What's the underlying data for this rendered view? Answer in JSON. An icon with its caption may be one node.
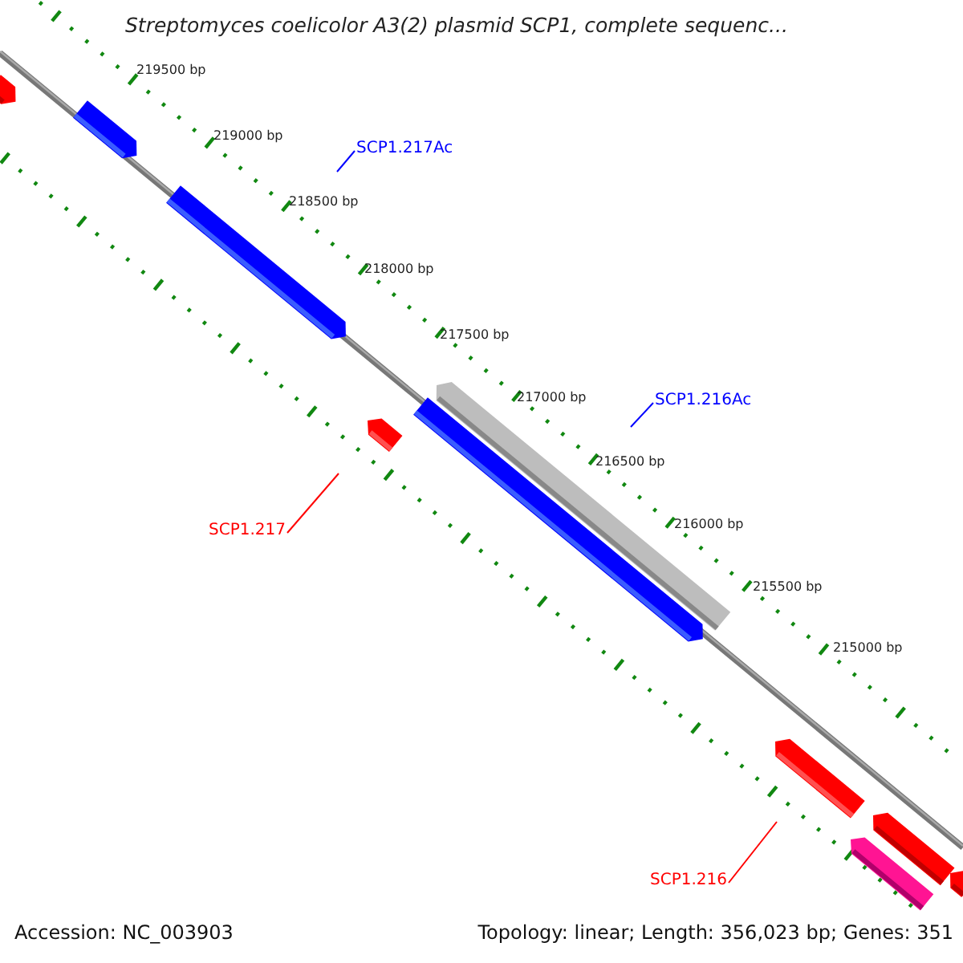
{
  "diagram": {
    "title": "Streptomyces coelicolor A3(2) plasmid SCP1, complete sequenc...",
    "nodes": [
      {
        "text": [
          "SCP1.217Ac"
        ]
      },
      {
        "text": [
          "SCP1.216Ac"
        ]
      },
      {
        "text": [
          "SCP1.217"
        ]
      },
      {
        "text": [
          "SCP1.216"
        ]
      }
    ],
    "edges": [
      {
        "from": 0,
        "to": null,
        "arrow": "none",
        "color": "#0000ff"
      },
      {
        "from": 1,
        "to": null,
        "arrow": "none",
        "color": "#0000ff"
      },
      {
        "from": 2,
        "to": null,
        "arrow": "none",
        "color": "#ff0000"
      },
      {
        "from": 3,
        "to": null,
        "arrow": "none",
        "color": "#ff0000"
      }
    ],
    "labels": [
      "219500 bp",
      "219000 bp",
      "218500 bp",
      "218000 bp",
      "217500 bp",
      "217000 bp",
      "216500 bp",
      "216000 bp",
      "215500 bp",
      "215000 bp",
      "Accession: NC_003903",
      "Topology: linear; Length: 356,023 bp; Genes: 351"
    ]
  }
}
